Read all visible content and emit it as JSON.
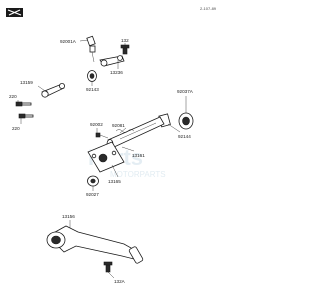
{
  "diagram": {
    "code": "2-107-89",
    "brand_logo": "Kawasaki",
    "watermark": [
      "Parts",
      "MOTORPARTS"
    ],
    "parts": {
      "p_92001a": "92001A",
      "p_132_top": "132",
      "p_13159": "13159",
      "p_13236": "13236",
      "p_92143": "92143",
      "p_220_a": "220",
      "p_220_b": "220",
      "p_92037a": "92037A",
      "p_92002": "92002",
      "p_92081": "92081",
      "p_92144": "92144",
      "p_13161": "13161",
      "p_13165": "13165",
      "p_92027": "92027",
      "p_13156": "13156",
      "p_132a": "132A"
    }
  }
}
